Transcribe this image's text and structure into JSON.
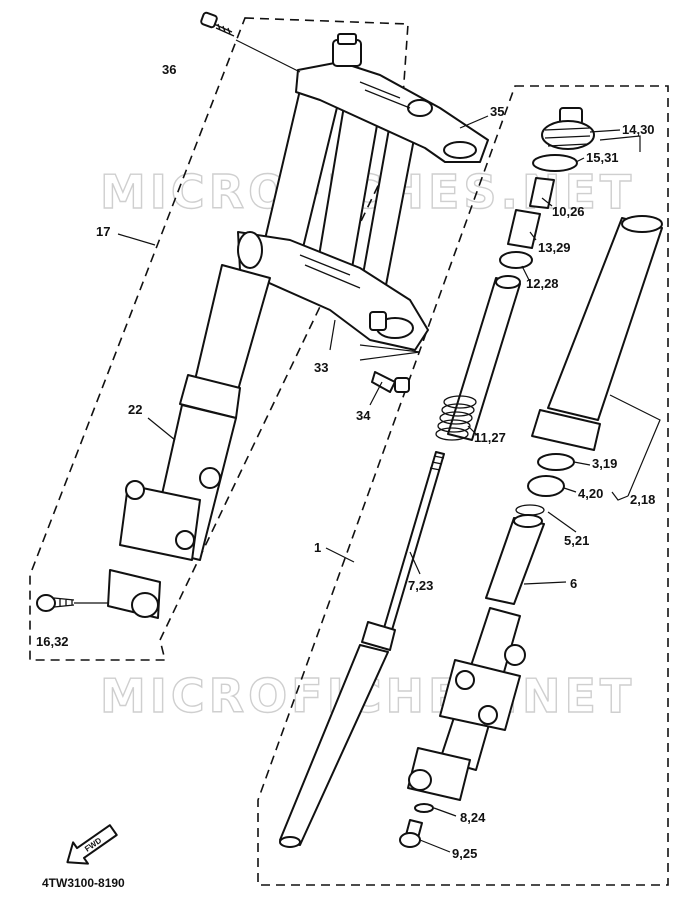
{
  "drawing_number": "4TW3100-8190",
  "watermark_text": "MICROFICHES.NET",
  "fwd_label": "FWD",
  "callouts": {
    "c36": "36",
    "c35": "35",
    "c14_30": "14,30",
    "c15_31": "15,31",
    "c10_26": "10,26",
    "c13_29": "13,29",
    "c12_28": "12,28",
    "c17": "17",
    "c33": "33",
    "c34": "34",
    "c22": "22",
    "c11_27": "11,27",
    "c3_19": "3,19",
    "c4_20": "4,20",
    "c2_18": "2,18",
    "c5_21": "5,21",
    "c1": "1",
    "c7_23": "7,23",
    "c6": "6",
    "c16_32": "16,32",
    "c8_24": "8,24",
    "c9_25": "9,25"
  },
  "colors": {
    "ink": "#111111",
    "paper": "#ffffff",
    "watermark": "#cfcfcf"
  }
}
